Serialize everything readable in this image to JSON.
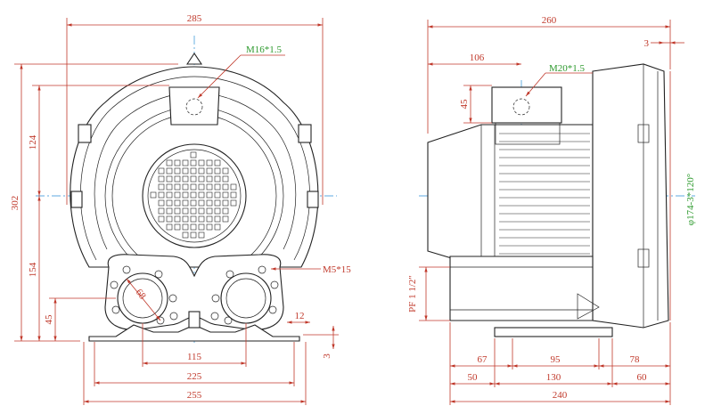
{
  "drawing": {
    "front_view": {
      "overall_width": "285",
      "overall_height": "302",
      "upper_height": "124",
      "lower_height": "154",
      "base_height": "45",
      "thread_label": "M16*1.5",
      "hole_label": "M5*15",
      "port_diameter": "68",
      "port_spacing": "115",
      "base_hole_spacing": "225",
      "base_width": "255",
      "foot_width": "12",
      "base_thickness": "3"
    },
    "side_view": {
      "overall_length": "260",
      "offset": "106",
      "gap": "3",
      "thread_label": "M20*1.5",
      "box_height": "45",
      "flange_label": "φ174-3*120°",
      "port_label": "PF 1 1/2\"",
      "dim_67": "67",
      "dim_95": "95",
      "dim_78": "78",
      "dim_50": "50",
      "dim_130": "130",
      "dim_60": "60",
      "base_length": "240"
    }
  }
}
